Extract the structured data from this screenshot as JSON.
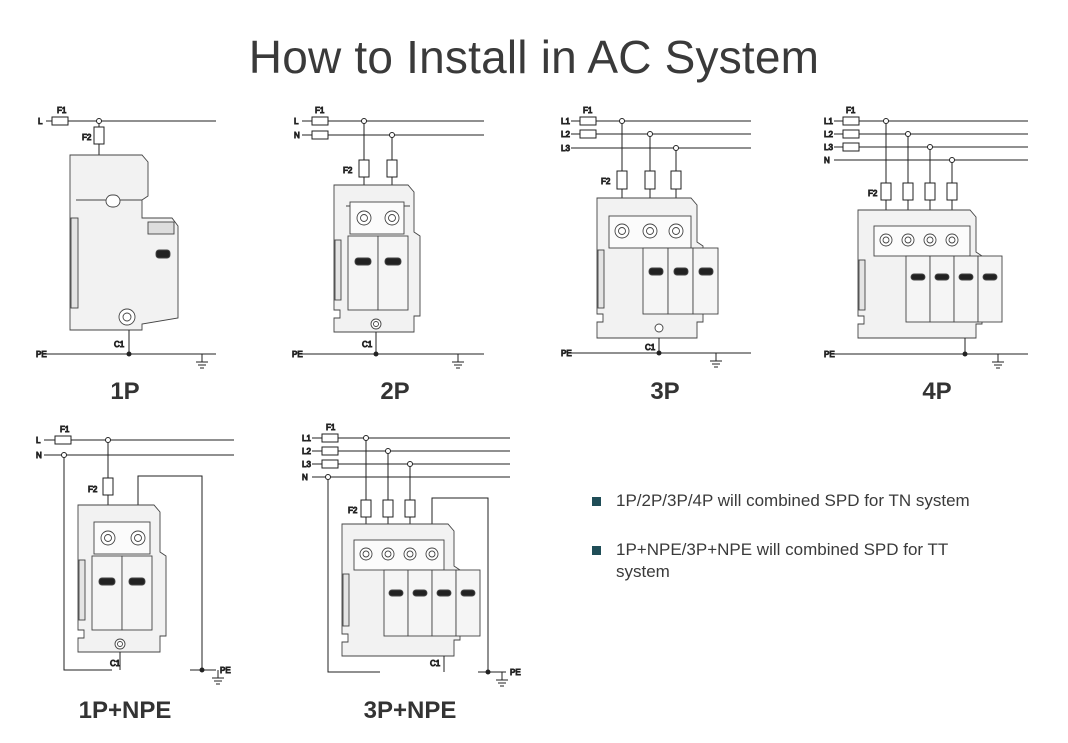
{
  "title": "How to Install in AC System",
  "colors": {
    "line": "#222222",
    "body_fill": "#f1f1f1",
    "bullet": "#1f4d57"
  },
  "wire_labels": {
    "fuse1": "F1",
    "fuse2": "F2",
    "capacitor": "C1",
    "protective_earth": "PE",
    "line_single": "L",
    "neutral": "N",
    "line1": "L1",
    "line2": "L2",
    "line3": "L3"
  },
  "diagrams": [
    {
      "caption": "1P"
    },
    {
      "caption": "2P"
    },
    {
      "caption": "3P"
    },
    {
      "caption": "4P"
    },
    {
      "caption": "1P+NPE"
    },
    {
      "caption": "3P+NPE"
    }
  ],
  "notes": [
    "1P/2P/3P/4P will combined SPD for TN system",
    "1P+NPE/3P+NPE will combined SPD for TT system"
  ]
}
